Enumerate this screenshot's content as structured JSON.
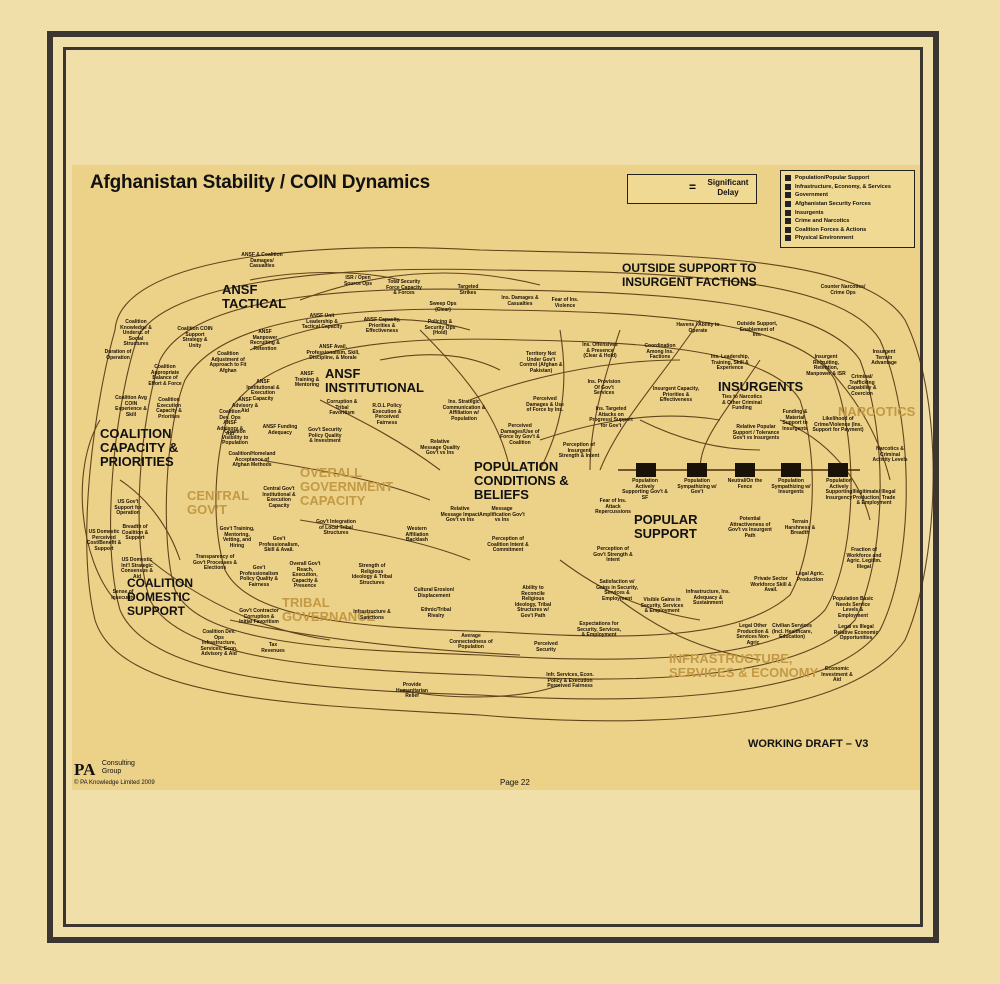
{
  "title": "Afghanistan Stability / COIN Dynamics",
  "delay_legend": "Significant Delay",
  "delay_symbol": "=",
  "legend": [
    "Population/Popular Support",
    "Infrastructure, Economy, & Services",
    "Government",
    "Afghanistan Security Forces",
    "Insurgents",
    "Crime and Narcotics",
    "Coalition Forces & Actions",
    "Physical Environment"
  ],
  "sectors": {
    "ansf_tactical": "ANSF TACTICAL",
    "ansf_institutional": "ANSF INSTITUTIONAL",
    "outside_support": "OUTSIDE SUPPORT TO INSURGENT FACTIONS",
    "insurgents": "INSURGENTS",
    "narcotics": "NARCOTICS",
    "coalition_capacity": "COALITION CAPACITY & PRIORITIES",
    "overall_government": "OVERALL GOVERNMENT CAPACITY",
    "central_govt": "CENTRAL GOV'T",
    "population_conditions": "POPULATION CONDITIONS & BELIEFS",
    "popular_support": "POPULAR SUPPORT",
    "coalition_domestic": "COALITION DOMESTIC SUPPORT",
    "tribal_governance": "TRIBAL GOVERNANCE",
    "infrastructure": "INFRASTRUCTURE, SERVICES & ECONOMY"
  },
  "stocks": [
    "Population Actively Supporting Gov't & SF",
    "Population Sympathizing w/ Gov't",
    "Neutral/On the Fence",
    "Population Sympathizing w/ Insurgents",
    "Population Actively Supporting Insurgency"
  ],
  "nodes": [
    "ANSF & Coalition Damages/ Casualties",
    "ISR / Open Source Ops",
    "Total Security Force Capacity & Forces",
    "Targeted Strikes",
    "Ins. Damages & Casualties",
    "Fear of Ins. Violence",
    "Sweep Ops (Clear)",
    "Policing & Security Ops (Hold)",
    "ANSF Capacity, Priorities & Effectiveness",
    "ANSF Unit Leadership & Tactical Capacity",
    "Coalition Knowledge & Underst. of Social Structures",
    "Coalition COIN Support Strategy & Unity",
    "ANSF Manpower Recruiting & Retention",
    "Duration of Operation",
    "Coalition Appropriate Balance of Effort & Force",
    "Coalition Adjustment of Approach to Fit Afghan",
    "ANSF Avail. Professionalism, Skill, Discipline, & Morale",
    "ANSF Training & Mentoring",
    "ANSF Institutional & Execution Capacity",
    "Coalition Avg COIN Experience & Skill",
    "Coalition Execution Capacity & Priorities",
    "ANSF Advisory & Aid",
    "Corruption & Tribal Favoritism",
    "R.O.L Policy Execution & Perceived Fairness",
    "ANSF Funding Adequacy",
    "Gov't Security Policy Quality & Investment",
    "Coalition Dev. Ops ANSF Advisory & Aid",
    "Coalition Visibility to Population",
    "Coalition/Homeland Acceptance of Afghan Methods",
    "Ins. Strategic Communication & Affiliation w/ Population",
    "Relative Message Quality Gov't vs Ins",
    "Territory Not Under Gov't Control (Afghan & Pakistan)",
    "Ins. Offensives & Presence (Clear & Hold)",
    "Perceived Damages & Use of Force by Ins.",
    "Ins. Provision Of Gov't Services",
    "Ins. Targeted Attacks on Progress/ Support for Gov't",
    "Havens / Ability to Operate",
    "Coordination Among Ins. Factions",
    "Outside Support, Enablement of Ins.",
    "Ins. Leadership, Training, Skill & Experience",
    "Insurgent Capacity, Priorities & Effectiveness",
    "Ties to Narcotics & Other Criminal Funding",
    "Insurgent Recruiting, Retention, Manpower & ISR",
    "Counter Narcotics/ Crime Ops",
    "Insurgent Terrain Advantage",
    "Criminal/ Trafficking Capability & Coercion",
    "Funding & Material Support to Insurgents",
    "Likelihood of Crime/Violence (Ins. Support for Payment)",
    "Relative Popular Support / Tolerance Gov't vs Insurgents",
    "Narcotics & Criminal Activity Levels",
    "Illegitimate/ Illegal Production, Trade & Employment",
    "Potential Attractiveness of Gov't vs Insurgent Path",
    "Terrain Harshness & Breadth",
    "Fraction of Workforce and Agric. Legitim. Illegal",
    "Perceived Damages/Use of Force by Gov't & Coalition",
    "Perception of Insurgent Strength & Intent",
    "Fear of Ins. Attack Repercussions",
    "Perception of Gov't Strength & Intent",
    "US Gov't Support for Operation",
    "Breadth of Coalition & Support",
    "US Domestic Perceived Cost/Benefit & Support",
    "US Domestic Int'l Strategic Consensus & Aid",
    "Central Gov't Institutional & Execution Capacity",
    "Gov't Training, Mentoring, Vetting, and Hiring",
    "Gov't Professionalism, Skill & Avail.",
    "Transparency of Gov't Processes & Elections",
    "Gov't Professionalism Policy Quality & Fairness",
    "Overall Gov't Reach, Execution, Capacity & Presence",
    "Gov't Integration of Local Tribal Structures",
    "Western Affiliation Backlash",
    "Strength of Religious Ideology & Tribal Structures",
    "Cultural Erosion/ Displacement",
    "Ethnic/Tribal Rivalry",
    "Perception of Coalition Intent & Commitment",
    "Relative Message Impact Gov't vs Ins",
    "Message Amplification Gov't vs Ins",
    "Ability to Reconcile Religious Ideology, Tribal Structures w/ Gov't Path",
    "Average Connectedness of Population",
    "Perceived Security",
    "Satisfaction w/ Gains in Security, Services & Employment",
    "Visible Gains in Security, Services & Employment",
    "Expectations for Security, Services, & Employment",
    "Infrastructure, Ins. Adequacy & Sustainment",
    "Private Sector Workforce Skill & Avail.",
    "Legal Agric. Production",
    "Population Basic Needs Service Levels & Employment",
    "Legal Other Production & Services Non-Agric",
    "Civilian Services (Incl. Healthcare, Education)",
    "Legal vs Illegal Relative Economic Opportunities",
    "Economic Investment & Aid",
    "Coalition Dev. Ops Infrastructure, Services, Econ. Advisory & Aid",
    "Gov't Contractor Corruption & Initial Favoritism",
    "Tax Revenues",
    "Infrastructure & Sanctions",
    "Infr. Services, Econ. Policy & Execution Perceived Fairness",
    "Provide Humanitarian Relief",
    "Sense of Insecurity"
  ],
  "draft": "WORKING DRAFT – V3",
  "page": "Page 22",
  "logo": {
    "mark": "PA",
    "line1": "Consulting",
    "line2": "Group"
  },
  "copyright": "© PA Knowledge Limited 2009"
}
